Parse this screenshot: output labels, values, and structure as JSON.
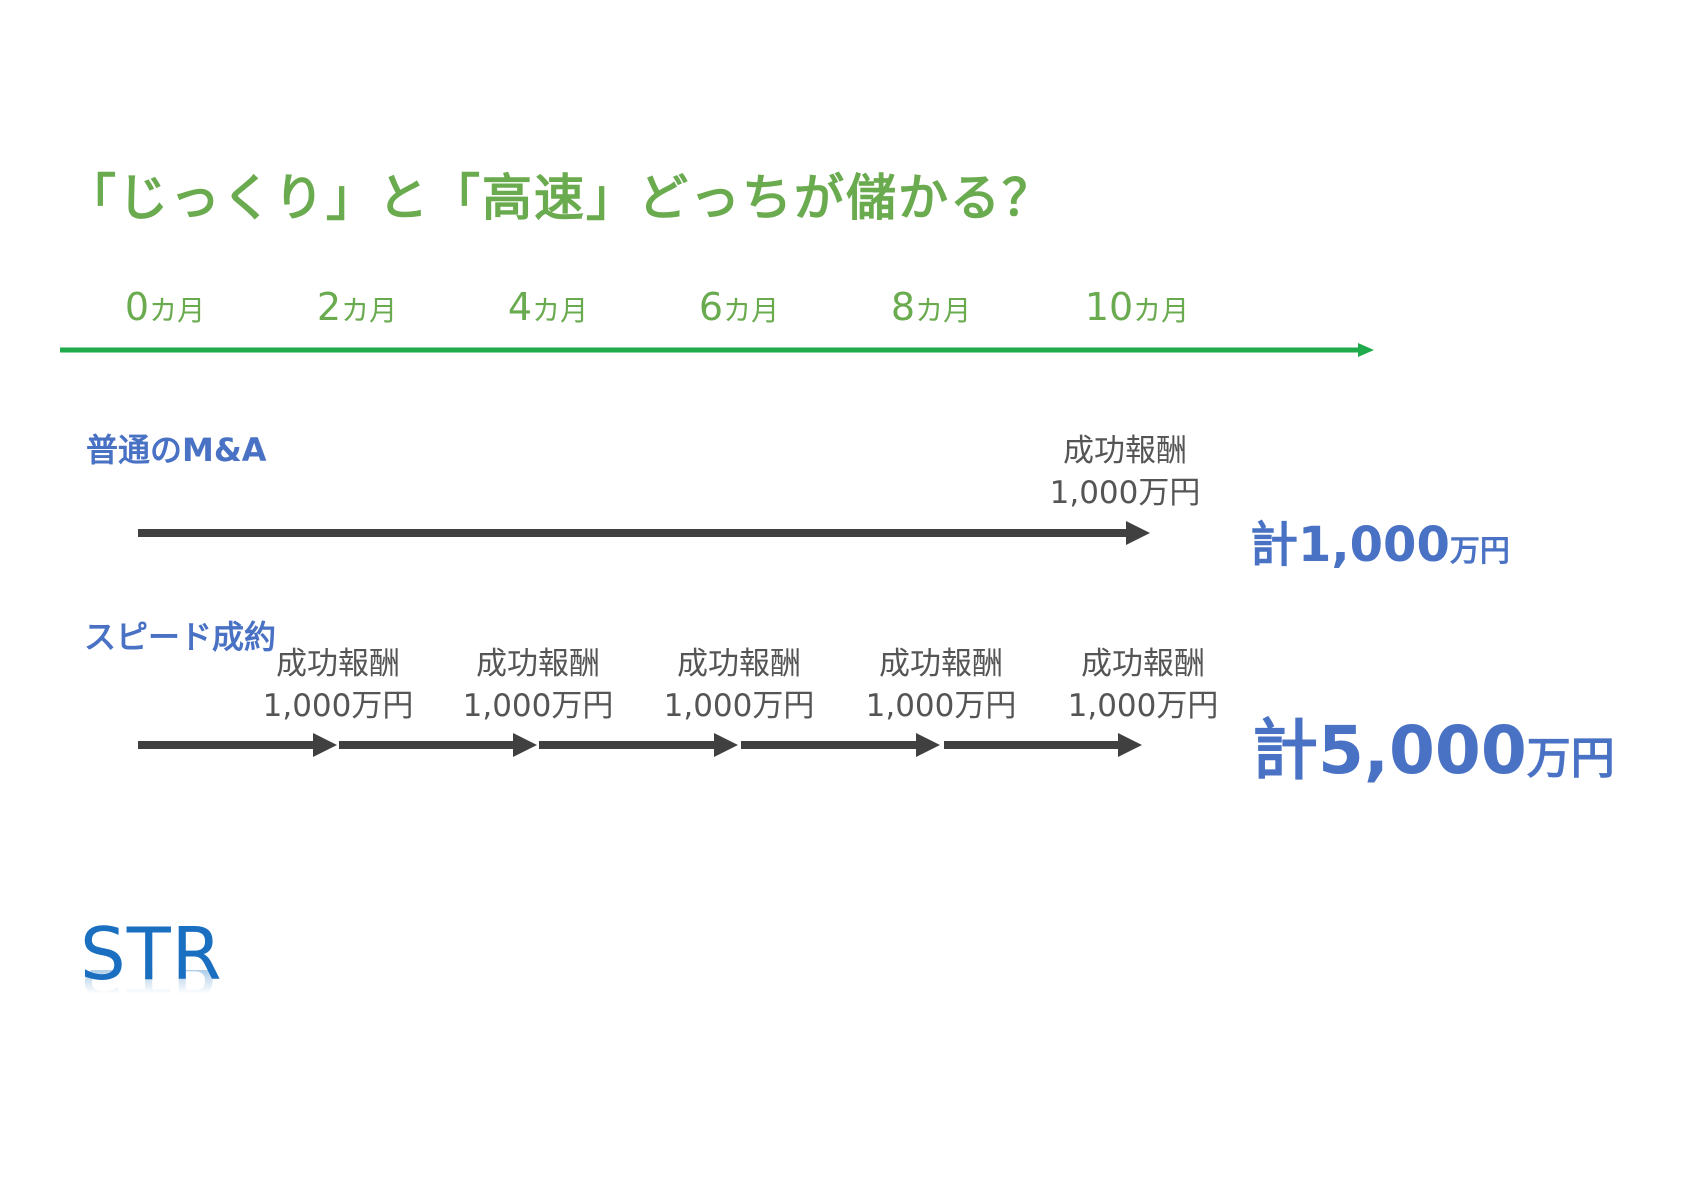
{
  "title": "「じっくり」と「高速」どっちが儲かる？",
  "timeline": {
    "ticks": [
      {
        "num": "0",
        "unit": "カ月"
      },
      {
        "num": "2",
        "unit": "カ月"
      },
      {
        "num": "4",
        "unit": "カ月"
      },
      {
        "num": "6",
        "unit": "カ月"
      },
      {
        "num": "8",
        "unit": "カ月"
      },
      {
        "num": "10",
        "unit": "カ月"
      }
    ]
  },
  "rows": [
    {
      "label": "普通のM&A",
      "fees": [
        {
          "line1": "成功報酬",
          "line2": "1,000万円"
        }
      ],
      "total": {
        "prefix": "計",
        "amount": "1,000",
        "unit": "万円"
      }
    },
    {
      "label": "スピード成約",
      "fees": [
        {
          "line1": "成功報酬",
          "line2": "1,000万円"
        },
        {
          "line1": "成功報酬",
          "line2": "1,000万円"
        },
        {
          "line1": "成功報酬",
          "line2": "1,000万円"
        },
        {
          "line1": "成功報酬",
          "line2": "1,000万円"
        },
        {
          "line1": "成功報酬",
          "line2": "1,000万円"
        }
      ],
      "total": {
        "prefix": "計",
        "amount": "5,000",
        "unit": "万円"
      }
    }
  ],
  "logo": "STR",
  "colors": {
    "accent_green": "#6aab4f",
    "axis_green": "#1faa4b",
    "label_blue": "#4a72c4",
    "arrow_dark": "#404040",
    "logo_blue": "#1b6fc0"
  }
}
